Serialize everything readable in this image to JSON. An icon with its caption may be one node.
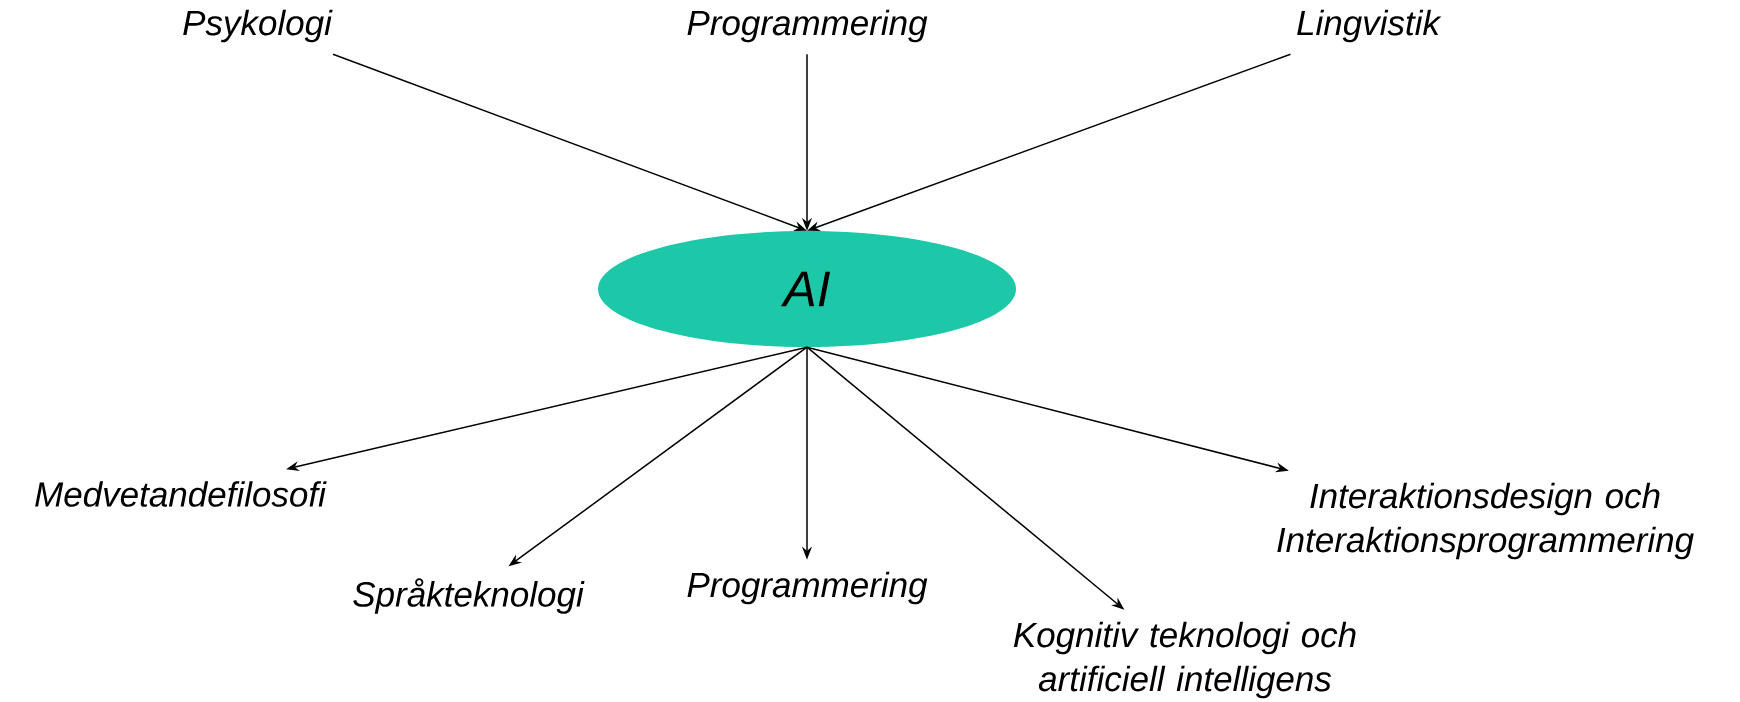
{
  "diagram": {
    "nodes": [
      {
        "text": [
          "Psykologi"
        ]
      },
      {
        "text": [
          "Programmering"
        ]
      },
      {
        "text": [
          "Lingvistik"
        ]
      },
      {
        "text": [
          "AI"
        ]
      },
      {
        "text": [
          "Medvetandefilosofi"
        ]
      },
      {
        "text": [
          "Språkteknologi"
        ]
      },
      {
        "text": [
          "Programmering"
        ]
      },
      {
        "text": [
          "Kognitiv teknologi och artificiell intelligens"
        ]
      },
      {
        "text": [
          "Interaktionsdesign och Interaktionsprogrammering"
        ]
      }
    ],
    "edges": [
      {
        "from": 0,
        "to": 3,
        "arrow": "to"
      },
      {
        "from": 1,
        "to": 3,
        "arrow": "to"
      },
      {
        "from": 2,
        "to": 3,
        "arrow": "to"
      },
      {
        "from": 3,
        "to": 4,
        "arrow": "to"
      },
      {
        "from": 3,
        "to": 5,
        "arrow": "to"
      },
      {
        "from": 3,
        "to": 6,
        "arrow": "to"
      },
      {
        "from": 3,
        "to": 7,
        "arrow": "to"
      },
      {
        "from": 3,
        "to": 8,
        "arrow": "to"
      }
    ]
  }
}
